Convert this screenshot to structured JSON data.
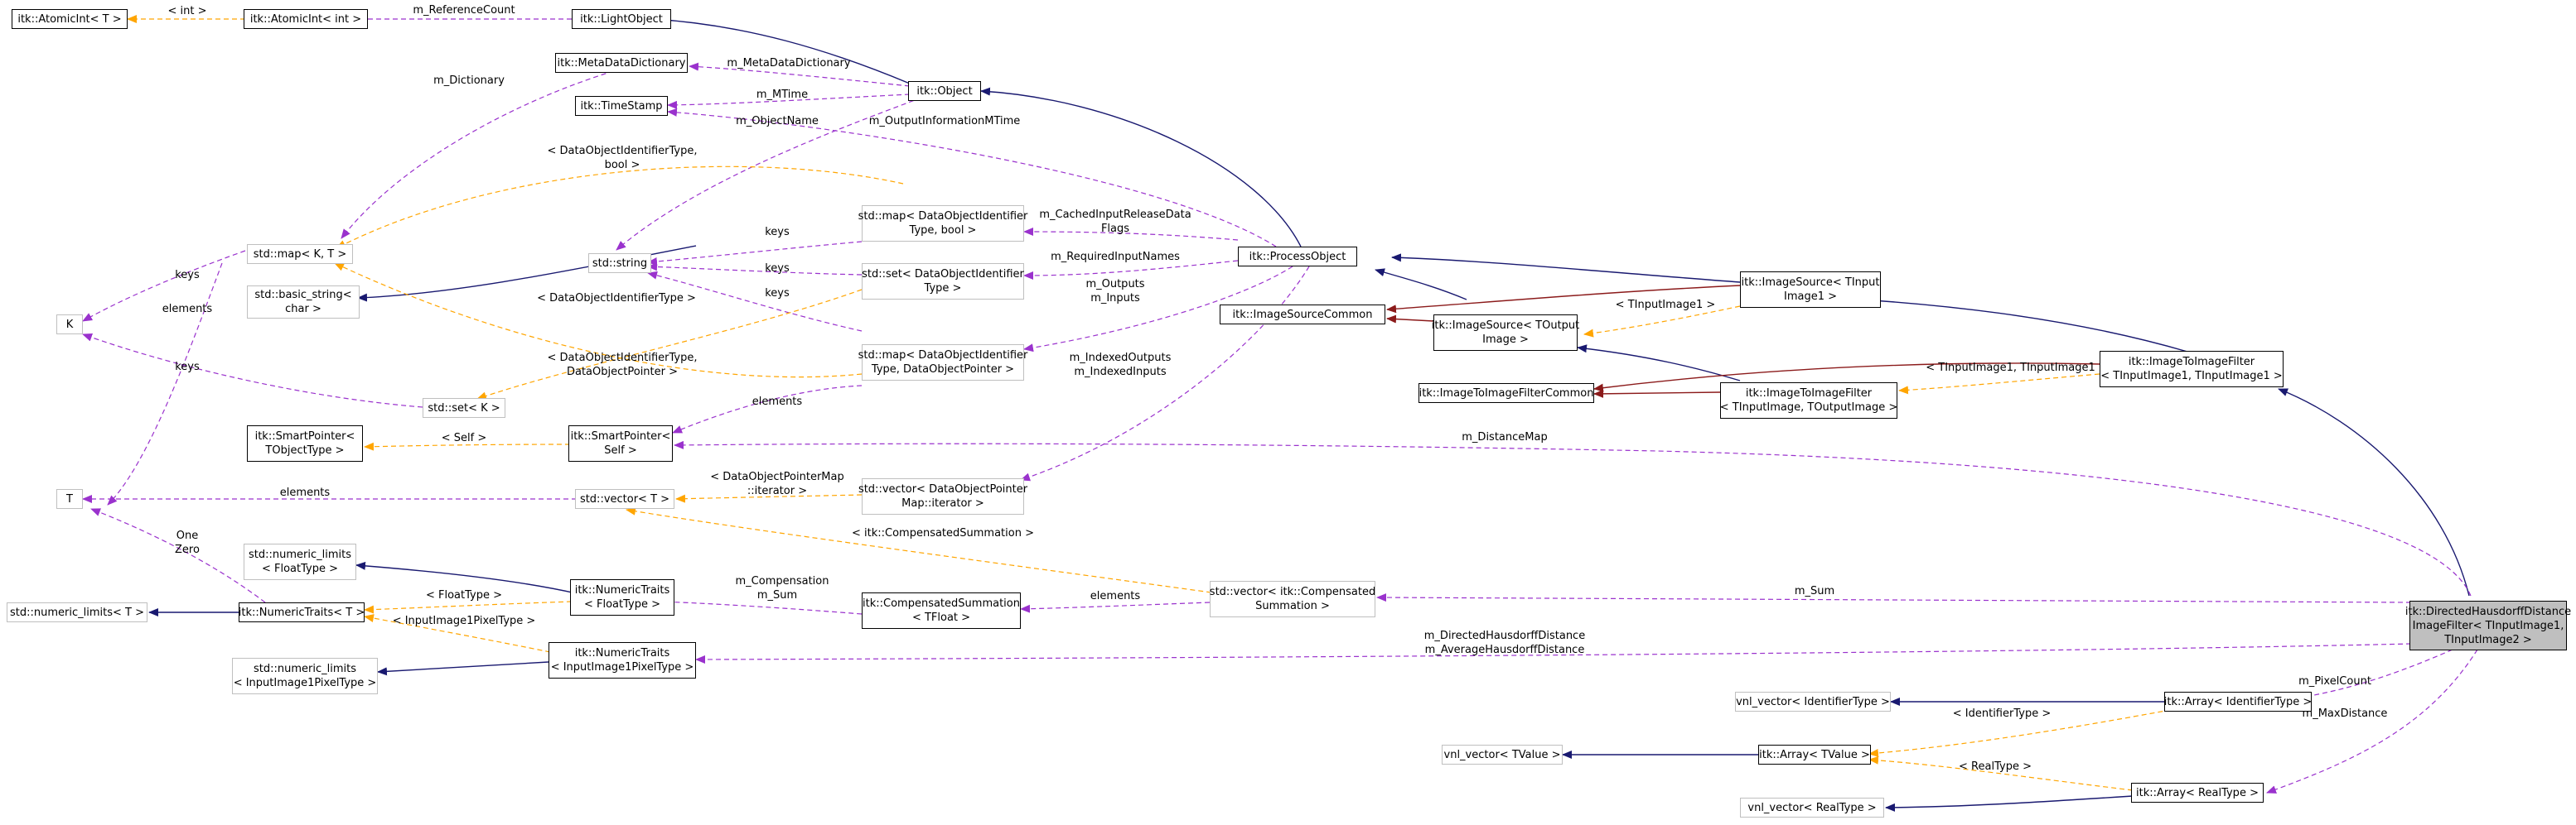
{
  "nodes": {
    "atomicint_T": "itk::AtomicInt< T >",
    "atomicint_int": "itk::AtomicInt< int >",
    "lightobject": "itk::LightObject",
    "metadatadictionary": "itk::MetaDataDictionary",
    "object": "itk::Object",
    "timestamp": "itk::TimeStamp",
    "stdmap_KT": "std::map< K, T >",
    "stdstring": "std::string",
    "basic_string_l1": "std::basic_string<",
    "basic_string_l2": "char >",
    "K": "K",
    "stdset_K": "std::set< K >",
    "smartptr_T_l1": "itk::SmartPointer<",
    "smartptr_T_l2": "TObjectType >",
    "smartptr_self_l1": "itk::SmartPointer<",
    "smartptr_self_l2": "Self >",
    "T": "T",
    "stdvector_T": "std::vector< T >",
    "numlimits_float_l1": "std::numeric_limits",
    "numlimits_float_l2": "< FloatType >",
    "numlimits_T": "std::numeric_limits< T >",
    "numtraits_T": "itk::NumericTraits< T >",
    "numtraits_float_l1": "itk::NumericTraits",
    "numtraits_float_l2": "< FloatType >",
    "numlimits_pix_l1": "std::numeric_limits",
    "numlimits_pix_l2": "< InputImage1PixelType >",
    "numtraits_pix_l1": "itk::NumericTraits",
    "numtraits_pix_l2": "< InputImage1PixelType >",
    "map_bool_l1": "std::map< DataObjectIdentifier",
    "map_bool_l2": "Type, bool >",
    "set_id_l1": "std::set< DataObjectIdentifier",
    "set_id_l2": "Type >",
    "map_ptr_l1": "std::map< DataObjectIdentifier",
    "map_ptr_l2": "Type, DataObjectPointer >",
    "vector_ptr_l1": "std::vector< DataObjectPointer",
    "vector_ptr_l2": "Map::iterator >",
    "compsum_l1": "itk::CompensatedSummation",
    "compsum_l2": "< TFloat >",
    "vector_comp_l1": "std::vector< itk::Compensated",
    "vector_comp_l2": "Summation >",
    "processobject": "itk::ProcessObject",
    "imagesourcecommon": "itk::ImageSourceCommon",
    "imagesource_out_l1": "itk::ImageSource< TOutput",
    "imagesource_out_l2": "Image >",
    "imagesource_in_l1": "itk::ImageSource< TInput",
    "imagesource_in_l2": "Image1 >",
    "i2ifiltercommon": "itk::ImageToImageFilterCommon",
    "i2ifilter_l1": "itk::ImageToImageFilter",
    "i2ifilter_l2": "< TInputImage, TOutputImage >",
    "i2ifilter_in_l1": "itk::ImageToImageFilter",
    "i2ifilter_in_l2": "< TInputImage1, TInputImage1 >",
    "focus_l1": "itk::DirectedHausdorffDistance",
    "focus_l2": "ImageFilter< TInputImage1,",
    "focus_l3": "TInputImage2 >",
    "vnl_id": "vnl_vector< IdentifierType >",
    "array_id": "itk::Array< IdentifierType >",
    "vnl_tvalue": "vnl_vector< TValue >",
    "array_tvalue": "itk::Array< TValue >",
    "array_real": "itk::Array< RealType >",
    "vnl_real": "vnl_vector< RealType >"
  },
  "edge_labels": {
    "int_tmpl": "< int >",
    "refcount": "m_ReferenceCount",
    "metadatadict": "m_MetaDataDictionary",
    "mtime": "m_MTime",
    "objectname": "m_ObjectName",
    "dictionary": "m_Dictionary",
    "outputinfo": "m_OutputInformationMTime",
    "id_bool_l1": "< DataObjectIdentifierType,",
    "id_bool_l2": "bool >",
    "keys_a": "keys",
    "keys_b": "keys",
    "keys_c": "keys",
    "keys_K1": "keys",
    "keys_K2": "keys",
    "elements_T1": "elements",
    "id_type": "< DataObjectIdentifierType >",
    "id_ptr_l1": "< DataObjectIdentifierType,",
    "id_ptr_l2": "DataObjectPointer >",
    "elements_self": "elements",
    "self_tmpl": "< Self >",
    "elements_T2": "elements",
    "mapiter_l1": "< DataObjectPointerMap",
    "mapiter_l2": "::iterator >",
    "comp_tmpl": "< itk::CompensatedSummation >",
    "one": "One",
    "zero": "Zero",
    "floattype": "< FloatType >",
    "pixtype": "< InputImage1PixelType >",
    "compensation": "m_Compensation",
    "sum_inner": "m_Sum",
    "elements_comp": "elements",
    "cached_l1": "m_CachedInputReleaseData",
    "cached_l2": "Flags",
    "required": "m_RequiredInputNames",
    "outputs": "m_Outputs",
    "inputs": "m_Inputs",
    "indexed_out": "m_IndexedOutputs",
    "indexed_in": "m_IndexedInputs",
    "tinput1": "< TInputImage1 >",
    "tinput11": "< TInputImage1, TInputImage1 >",
    "distancemap": "m_DistanceMap",
    "msum": "m_Sum",
    "directed": "m_DirectedHausdorffDistance",
    "average": "m_AverageHausdorffDistance",
    "pixelcount": "m_PixelCount",
    "maxdistance": "m_MaxDistance",
    "identifiertype": "< IdentifierType >",
    "realtype": "< RealType >"
  },
  "colors": {
    "inheritance": "#191970",
    "usage": "#9a32cd",
    "template": "#ffa500",
    "protected": "#8b1a1a",
    "focus_fill": "#bfbfbf"
  }
}
